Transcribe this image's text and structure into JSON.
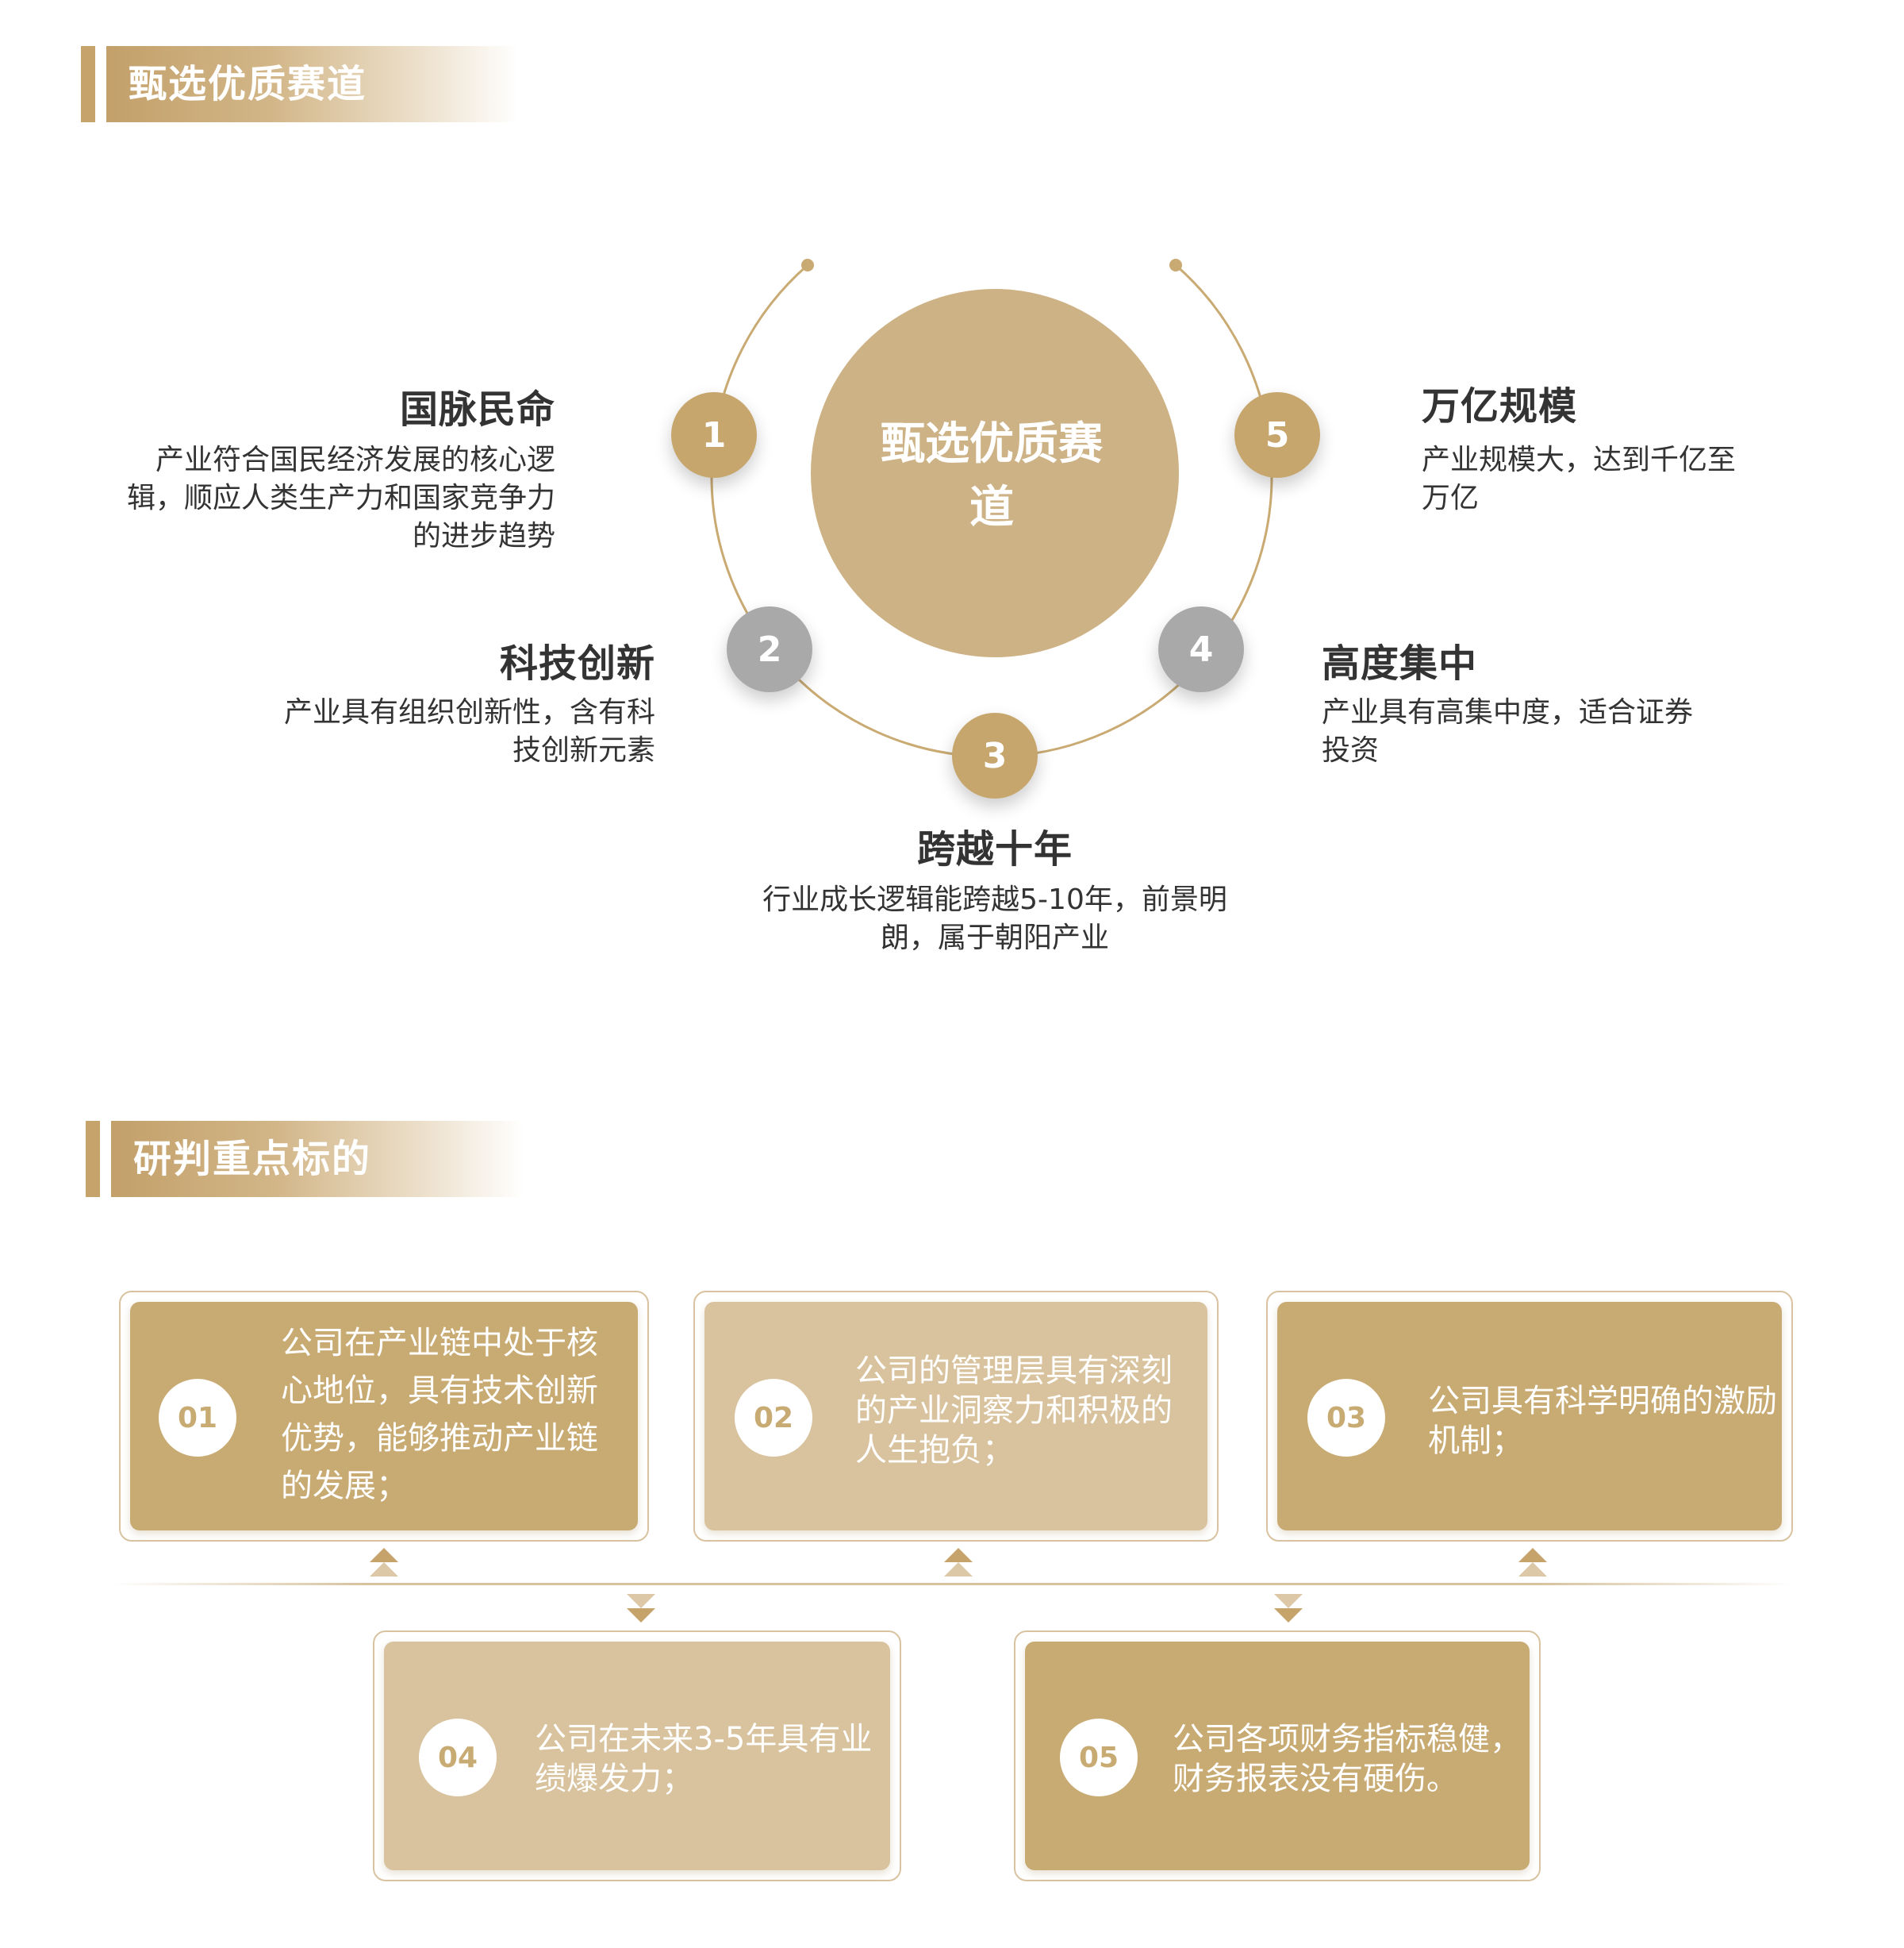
{
  "sections": {
    "first_title": "甄选优质赛道",
    "second_title": "研判重点标的"
  },
  "diagram": {
    "center_label": "甄选优质赛道",
    "points": [
      {
        "number": "1",
        "title": "国脉民命",
        "description": "产业符合国民经济发展的核心逻辑，顺应人类生产力和国家竞争力的进步趋势"
      },
      {
        "number": "2",
        "title": "科技创新",
        "description": "产业具有组织创新性，含有科技创新元素"
      },
      {
        "number": "3",
        "title": "跨越十年",
        "description": "行业成长逻辑能跨越5-10年，前景明朗，属于朝阳产业"
      },
      {
        "number": "4",
        "title": "高度集中",
        "description": "产业具有高集中度，适合证券投资"
      },
      {
        "number": "5",
        "title": "万亿规模",
        "description": "产业规模大，达到千亿至万亿"
      }
    ]
  },
  "targets": [
    {
      "number": "01",
      "text": "公司在产业链中处于核心地位，具有技术创新优势，能够推动产业链的发展；"
    },
    {
      "number": "02",
      "text": "公司的管理层具有深刻的产业洞察力和积极的人生抱负；"
    },
    {
      "number": "03",
      "text": "公司具有科学明确的激励机制；"
    },
    {
      "number": "04",
      "text": "公司在未来3-5年具有业绩爆发力；"
    },
    {
      "number": "05",
      "text": "公司各项财务指标稳健，财务报表没有硬伤。"
    }
  ],
  "colors": {
    "gold": "#c7a66d",
    "light_gold": "#d8c39e",
    "gray": "#a9a9a9",
    "text": "#333333"
  }
}
